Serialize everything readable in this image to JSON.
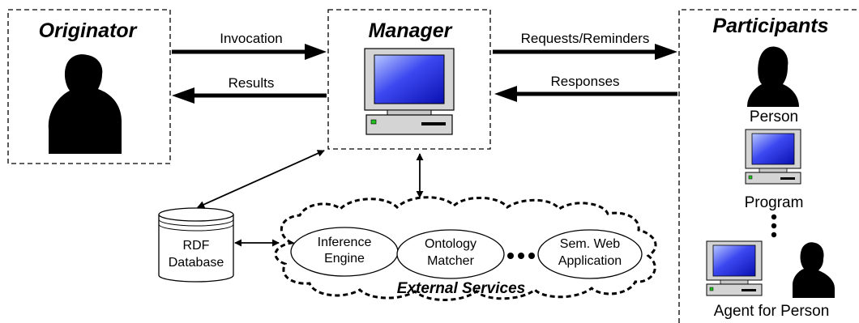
{
  "boxes": {
    "originator": "Originator",
    "manager": "Manager",
    "participants": "Participants"
  },
  "arrows": {
    "invocation": "Invocation",
    "results": "Results",
    "requests": "Requests/Reminders",
    "responses": "Responses"
  },
  "participants": {
    "person": "Person",
    "program": "Program",
    "agent": "Agent for Person"
  },
  "database": {
    "line1": "RDF",
    "line2": "Database"
  },
  "services": {
    "title": "External Services",
    "inference_line1": "Inference",
    "inference_line2": "Engine",
    "ontology_line1": "Ontology",
    "ontology_line2": "Matcher",
    "semweb_line1": "Sem. Web",
    "semweb_line2": "Application"
  },
  "colors": {
    "screen": "#2020e8",
    "screen_highlight": "#a8b8ff",
    "monitor_body": "#d4d4d4",
    "led": "#20c020"
  }
}
